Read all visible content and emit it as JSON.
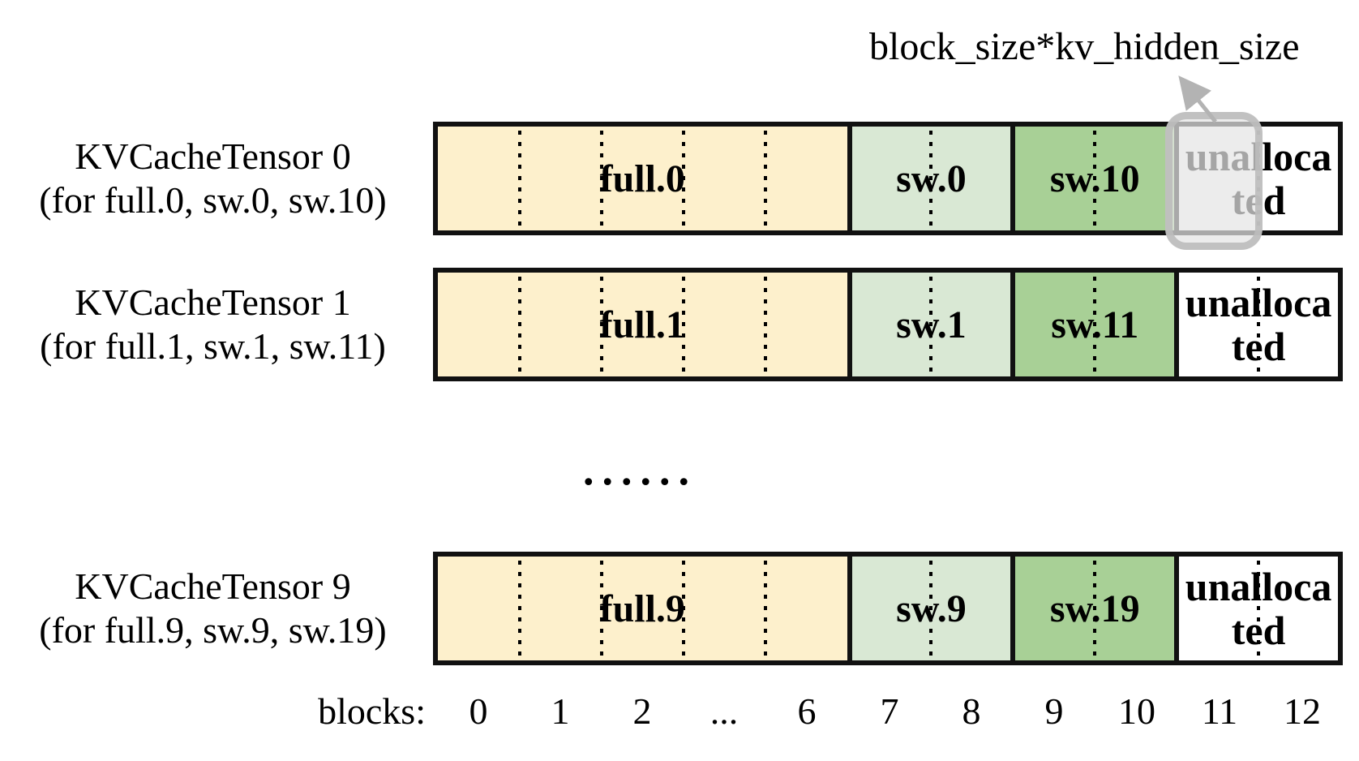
{
  "annotation": {
    "label": "block_size*kv_hidden_size"
  },
  "rows": [
    {
      "name": "KVCacheTensor 0",
      "subtitle": "(for full.0, sw.0, sw.10)",
      "segments": {
        "full": "full.0",
        "sw_a": "sw.0",
        "sw_b": "sw.10",
        "unallocated": "unalloca\nted"
      }
    },
    {
      "name": "KVCacheTensor 1",
      "subtitle": "(for full.1, sw.1, sw.11)",
      "segments": {
        "full": "full.1",
        "sw_a": "sw.1",
        "sw_b": "sw.11",
        "unallocated": "unalloca\nted"
      }
    },
    {
      "name": "KVCacheTensor 9",
      "subtitle": "(for full.9, sw.9, sw.19)",
      "segments": {
        "full": "full.9",
        "sw_a": "sw.9",
        "sw_b": "sw.19",
        "unallocated": "unalloca\nted"
      }
    }
  ],
  "ellipsis": "......",
  "axis": {
    "label": "blocks:",
    "values": [
      "0",
      "1",
      "2",
      "...",
      "6",
      "7",
      "8",
      "9",
      "10",
      "11",
      "12"
    ]
  },
  "colors": {
    "full_block": "#FDF0CC",
    "sliding_window_block": "#D9E8D4",
    "sliding_window_offset_block": "#A8D096",
    "unallocated_block": "#FFFFFF",
    "highlight_fill": "#E8E8E8",
    "highlight_border": "#BCBCBC",
    "arrow_gray": "#B3B3B3",
    "bar_border": "#111111"
  }
}
